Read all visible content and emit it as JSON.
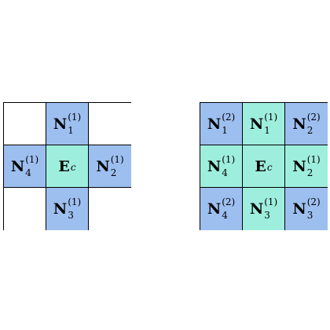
{
  "colors": {
    "neighbor_fill": "#9dbff0",
    "center_fill": "#9eeedd",
    "empty_fill": "#ffffff",
    "border": "#000000"
  },
  "left_grid": {
    "cells": [
      {
        "symbol": "",
        "sup": "",
        "sub": "",
        "fill": "none"
      },
      {
        "symbol": "N",
        "sup": "(1)",
        "sub": "1",
        "fill": "blue"
      },
      {
        "symbol": "",
        "sup": "",
        "sub": "",
        "fill": "none"
      },
      {
        "symbol": "N",
        "sup": "(1)",
        "sub": "4",
        "fill": "blue"
      },
      {
        "symbol": "E",
        "sup": "",
        "sub": "c",
        "fill": "green"
      },
      {
        "symbol": "N",
        "sup": "(1)",
        "sub": "2",
        "fill": "blue"
      },
      {
        "symbol": "",
        "sup": "",
        "sub": "",
        "fill": "none"
      },
      {
        "symbol": "N",
        "sup": "(1)",
        "sub": "3",
        "fill": "blue"
      },
      {
        "symbol": "",
        "sup": "",
        "sub": "",
        "fill": "none"
      }
    ]
  },
  "right_grid": {
    "cells": [
      {
        "symbol": "N",
        "sup": "(2)",
        "sub": "1",
        "fill": "blue"
      },
      {
        "symbol": "N",
        "sup": "(1)",
        "sub": "1",
        "fill": "green"
      },
      {
        "symbol": "N",
        "sup": "(2)",
        "sub": "2",
        "fill": "blue"
      },
      {
        "symbol": "N",
        "sup": "(1)",
        "sub": "4",
        "fill": "green"
      },
      {
        "symbol": "E",
        "sup": "",
        "sub": "c",
        "fill": "green"
      },
      {
        "symbol": "N",
        "sup": "(1)",
        "sub": "2",
        "fill": "green"
      },
      {
        "symbol": "N",
        "sup": "(2)",
        "sub": "4",
        "fill": "blue"
      },
      {
        "symbol": "N",
        "sup": "(1)",
        "sub": "3",
        "fill": "green"
      },
      {
        "symbol": "N",
        "sup": "(2)",
        "sub": "3",
        "fill": "blue"
      }
    ]
  }
}
